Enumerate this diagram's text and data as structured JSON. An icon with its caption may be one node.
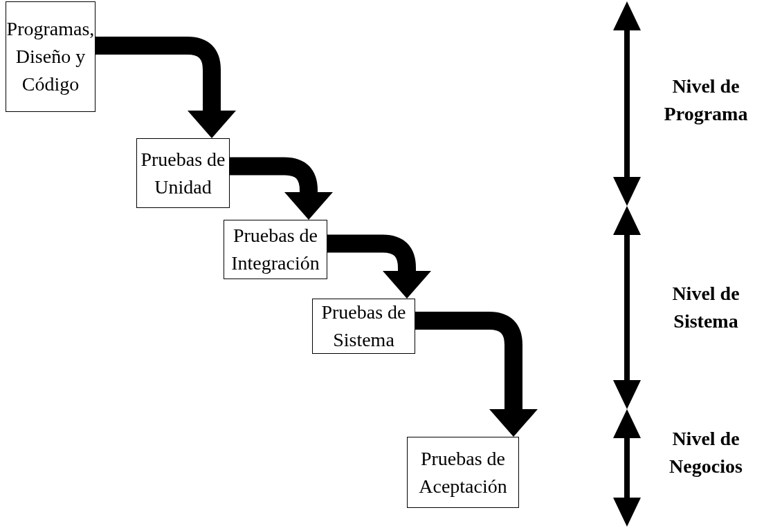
{
  "diagram": {
    "nodes": [
      {
        "text": [
          "Programas, Diseño y Código"
        ]
      },
      {
        "text": [
          "Pruebas de Unidad"
        ]
      },
      {
        "text": [
          "Pruebas de Integración"
        ]
      },
      {
        "text": [
          "Pruebas de Sistema"
        ]
      },
      {
        "text": [
          "Pruebas de Aceptación"
        ]
      }
    ],
    "edges": [
      {
        "from": 0,
        "to": 1,
        "arrow": "to"
      },
      {
        "from": 1,
        "to": 2,
        "arrow": "to"
      },
      {
        "from": 2,
        "to": 3,
        "arrow": "to"
      },
      {
        "from": 3,
        "to": 4,
        "arrow": "to"
      }
    ],
    "labels": [
      "Nivel de Programa",
      "Nivel de Sistema",
      "Nivel de Negocios"
    ]
  }
}
